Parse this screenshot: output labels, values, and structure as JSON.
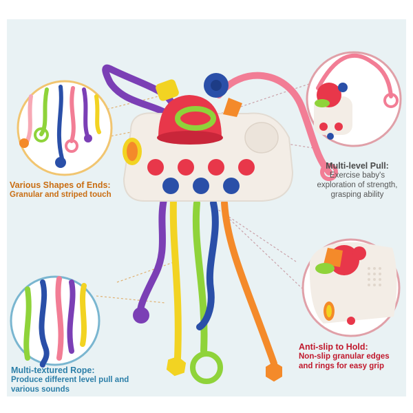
{
  "captions": {
    "ends": {
      "title": "Various Shapes of Ends:",
      "body": "Granular and striped touch"
    },
    "pull": {
      "title": "Multi-level Pull:",
      "lines": [
        "Exercise baby's",
        "exploration of strength,",
        "grasping ability"
      ]
    },
    "rope": {
      "title": "Multi-textured Rope:",
      "lines": [
        "Produce different level  pull and",
        "various sounds"
      ]
    },
    "slip": {
      "title": "Anti-slip to Hold:",
      "lines": [
        "Non-slip granular edges",
        "and rings for easy grip"
      ]
    }
  },
  "colors": {
    "background": "#e9f2f4",
    "toy_base": "#f3ede6",
    "dome": "#e8374a",
    "green": "#8fd33a",
    "yellow": "#f2d322",
    "purple": "#7b3fb5",
    "blue": "#2a4fa8",
    "orange": "#f48a2a",
    "pink": "#f27d95",
    "callout_line": "#e8b86a"
  }
}
